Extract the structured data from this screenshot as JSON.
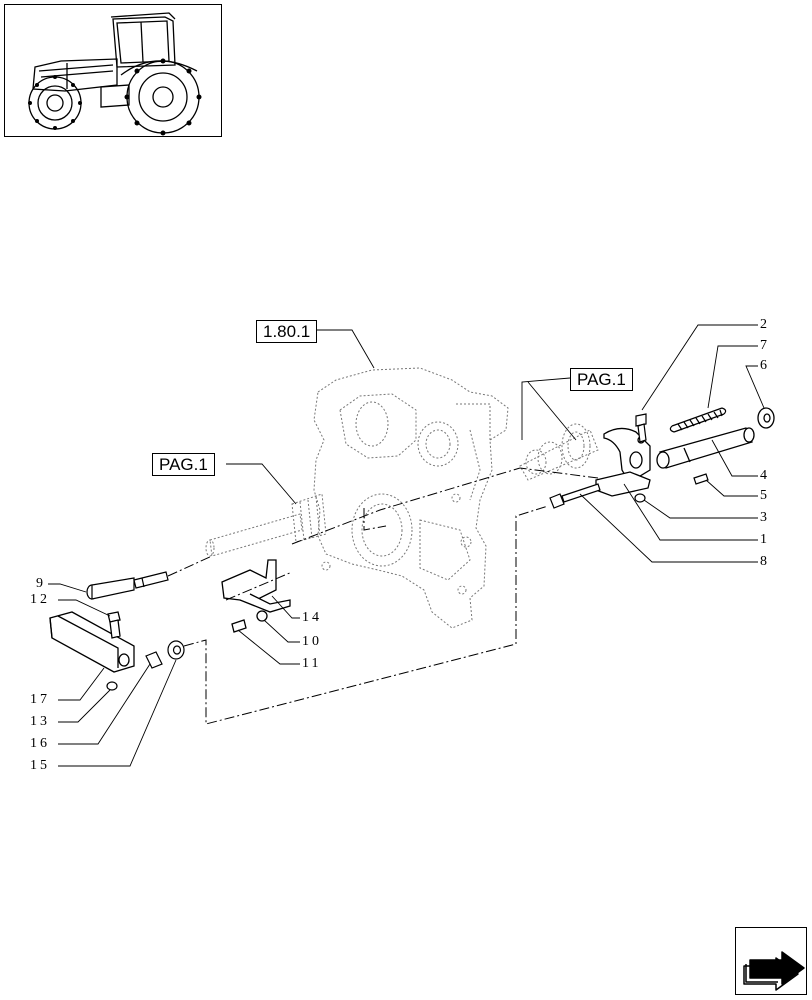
{
  "references": {
    "section_ref": "1.80.1",
    "page_ref_left": "PAG.1",
    "page_ref_top": "PAG.1"
  },
  "part_numbers": {
    "p1": "1",
    "p2": "2",
    "p3": "3",
    "p4": "4",
    "p5": "5",
    "p6": "6",
    "p7": "7",
    "p8": "8",
    "p9": "9",
    "p10": "10",
    "p11": "11",
    "p12": "12",
    "p13": "13",
    "p14": "14",
    "p15": "15",
    "p16": "16",
    "p17": "17"
  },
  "icons": {
    "thumbnail": "tractor-thumbnail-icon",
    "navigation": "next-page-arrow-icon"
  }
}
